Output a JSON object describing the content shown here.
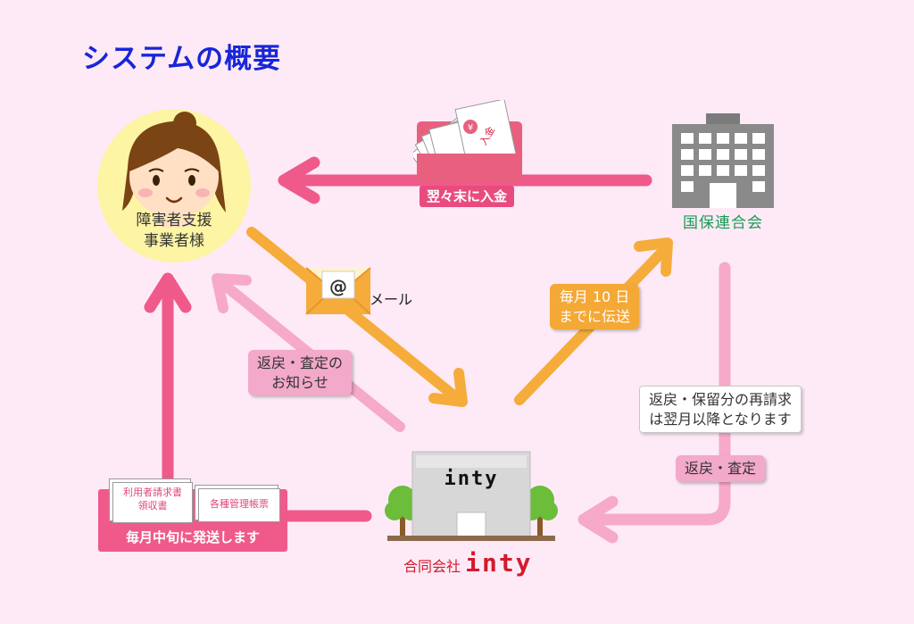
{
  "title": "システムの概要",
  "nodes": {
    "business": {
      "line1": "障害者支援",
      "line2": "事業者様"
    },
    "federation": {
      "label": "国保連合会"
    },
    "company": {
      "prefix": "合同会社",
      "name": "inty",
      "sign": "inty"
    }
  },
  "labels": {
    "payment": "翌々末に入金",
    "mail": "メール",
    "transmit_line1": "毎月 10 日",
    "transmit_line2": "までに伝送",
    "return_notice_line1": "返戻・査定の",
    "return_notice_line2": "お知らせ",
    "rebill_line1": "返戻・保留分の再請求",
    "rebill_line2": "は翌月以降となります",
    "return_assess": "返戻・査定",
    "monthly_send": "毎月中旬に発送します",
    "doc1_line1": "利用者請求書",
    "doc1_line2": "領収書",
    "doc2": "各種管理帳票",
    "envelope_stamp": "¥",
    "envelope_text": "入金"
  },
  "colors": {
    "background": "#fdeaf6",
    "title": "#1826d8",
    "hot_pink": "#ef5a8a",
    "light_pink": "#f6a9c8",
    "orange": "#f5ac3a",
    "green": "#1a9a55",
    "red": "#d21a2c"
  },
  "icons": [
    "woman-avatar-icon",
    "building-icon",
    "envelope-mail-icon",
    "money-envelope-icon",
    "company-building-icon",
    "tree-icon"
  ]
}
